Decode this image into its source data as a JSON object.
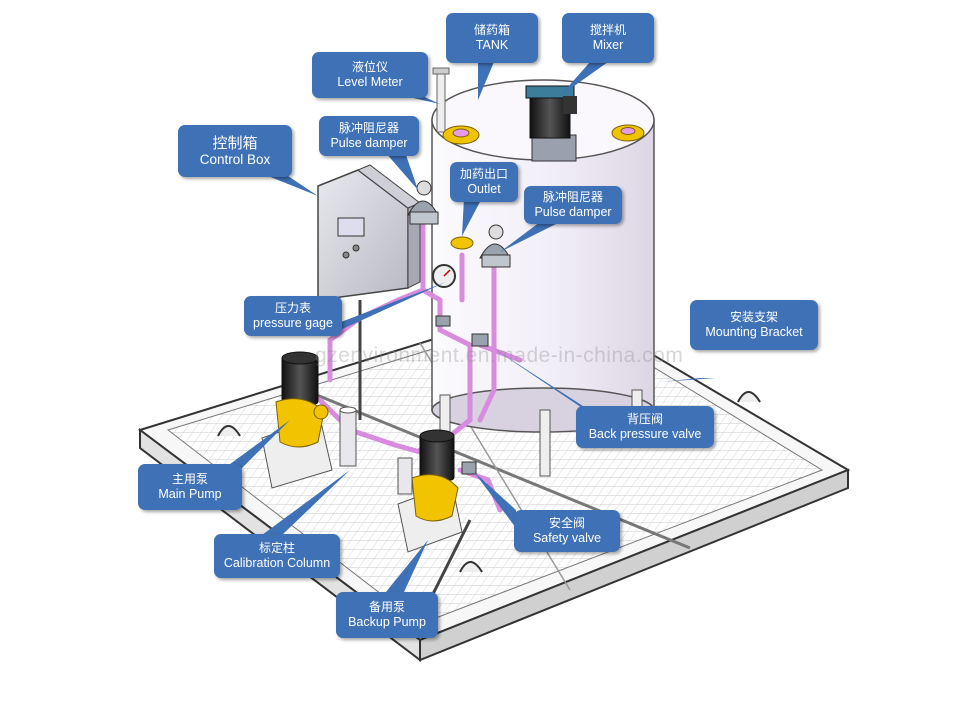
{
  "watermark": "gzenvironment.en.made-in-china.com",
  "labels": {
    "tank": {
      "zh": "储药箱",
      "en": "TANK"
    },
    "mixer": {
      "zh": "搅拌机",
      "en": "Mixer"
    },
    "level_meter": {
      "zh": "液位仪",
      "en": "Level Meter"
    },
    "control_box": {
      "zh": "控制箱",
      "en": "Control Box"
    },
    "pulse_damper_1": {
      "zh": "脉冲阻尼器",
      "en": "Pulse damper"
    },
    "outlet": {
      "zh": "加药出口",
      "en": "Outlet"
    },
    "pulse_damper_2": {
      "zh": "脉冲阻尼器",
      "en": "Pulse damper"
    },
    "pressure_gage": {
      "zh": "压力表",
      "en": "pressure gage"
    },
    "mounting_bracket": {
      "zh": "安装支架",
      "en": "Mounting Bracket"
    },
    "back_pressure_valve": {
      "zh": "背压阀",
      "en": "Back pressure valve"
    },
    "main_pump": {
      "zh": "主用泵",
      "en": "Main Pump"
    },
    "safety_valve": {
      "zh": "安全阀",
      "en": "Safety valve"
    },
    "calibration_column": {
      "zh": "标定柱",
      "en": "Calibration Column"
    },
    "backup_pump": {
      "zh": "备用泵",
      "en": "Backup Pump"
    }
  },
  "colors": {
    "callout": "#3f71b6",
    "pipe": "#d98be0",
    "pump_body": "#f2c300",
    "motor": "#2b2b2b",
    "tank": "#f6f3fa",
    "flange": "#f0c400"
  }
}
